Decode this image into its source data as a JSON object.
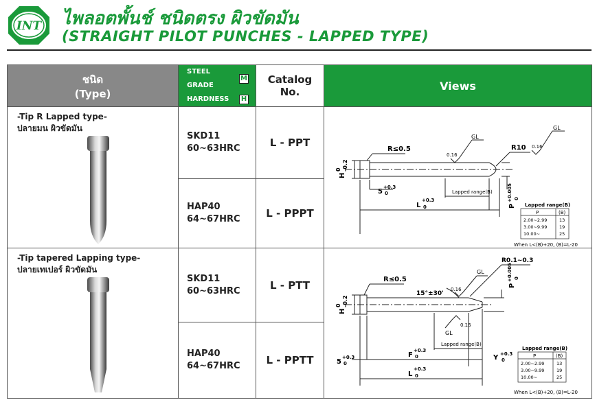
{
  "header": {
    "logo_text": "INT",
    "title_th": "ไพลอตพั้นช์ ชนิดตรง ผิวขัดมัน",
    "title_en": "(STRAIGHT PILOT PUNCHES - LAPPED TYPE)"
  },
  "table_header": {
    "type_th": "ชนิด",
    "type_en": "(Type)",
    "steel_grade": "STEEL GRADE",
    "steel_badge": "M",
    "hardness": "HARDNESS",
    "hardness_badge": "H",
    "catalog_line1": "Catalog",
    "catalog_line2": "No.",
    "views": "Views"
  },
  "rows": [
    {
      "type_en": "-Tip R Lapped type-",
      "type_th": "ปลายมน ผิวขัดมัน",
      "materials": [
        {
          "grade": "SKD11",
          "hardness": "60~63HRC",
          "catalog": "L - PPT"
        },
        {
          "grade": "HAP40",
          "hardness": "64~67HRC",
          "catalog": "L - PPPT"
        }
      ],
      "drawing": {
        "r_label": "R≤0.5",
        "gl1": "GL",
        "gl2": "GL",
        "finish1": "0.16",
        "finish2": "0.16",
        "r10": "R10",
        "h_label": "H",
        "h_tol_top": "0",
        "h_tol_bot": "-0.2",
        "five": "5",
        "five_tol_top": "+0.3",
        "five_tol_bot": "0",
        "lapped": "Lapped range(B)",
        "l_label": "L",
        "l_tol_top": "+0.3",
        "l_tol_bot": "0",
        "p_label": "P",
        "p_tol_top": "+0.005",
        "p_tol_bot": "0",
        "note": "When L<(B)+20, (B)=L-20"
      },
      "lapped_table": {
        "title": "Lapped range(B)",
        "headers": [
          "P",
          "(B)"
        ],
        "rows": [
          [
            "2.00~2.99",
            "13"
          ],
          [
            "3.00~9.99",
            "19"
          ],
          [
            "10.00~",
            "25"
          ]
        ]
      }
    },
    {
      "type_en": "-Tip tapered Lapping type-",
      "type_th": "ปลายเทเปอร์ ผิวขัดมัน",
      "materials": [
        {
          "grade": "SKD11",
          "hardness": "60~63HRC",
          "catalog": "L - PTT"
        },
        {
          "grade": "HAP40",
          "hardness": "64~67HRC",
          "catalog": "L - PPTT"
        }
      ],
      "drawing": {
        "r_label": "R≤0.5",
        "r01": "R0.1~0.3",
        "gl1": "GL",
        "gl2": "GL",
        "finish1": "0.16",
        "finish2": "0.16",
        "angle": "15°±30'",
        "h_label": "H",
        "h_tol_top": "0",
        "h_tol_bot": "-0.2",
        "five": "5",
        "five_tol_top": "+0.3",
        "five_tol_bot": "0",
        "lapped": "Lapped range(B)",
        "f_label": "F",
        "f_tol_top": "+0.3",
        "f_tol_bot": "0",
        "y_label": "Y",
        "y_tol_top": "+0.3",
        "y_tol_bot": "0",
        "l_label": "L",
        "l_tol_top": "+0.3",
        "l_tol_bot": "0",
        "p_label": "P",
        "p_tol_top": "+0.005",
        "p_tol_bot": "0",
        "note": "When L<(B)+20, (B)=L-20"
      },
      "lapped_table": {
        "title": "Lapped range(B)",
        "headers": [
          "P",
          "(B)"
        ],
        "rows": [
          [
            "2.00~2.99",
            "13"
          ],
          [
            "3.00~9.99",
            "19"
          ],
          [
            "10.00~",
            "25"
          ]
        ]
      }
    }
  ]
}
